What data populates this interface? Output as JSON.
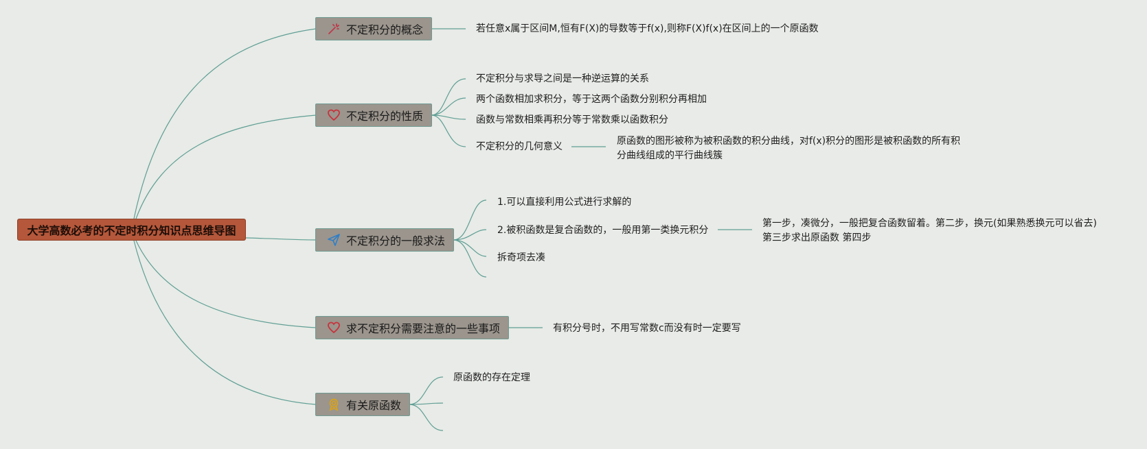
{
  "root": {
    "label": "大学高数必考的不定时积分知识点思维导图"
  },
  "branches": [
    {
      "label": "不定积分的概念",
      "icon": "magic-wand-icon"
    },
    {
      "label": "不定积分的性质",
      "icon": "heart-icon"
    },
    {
      "label": "不定积分的一般求法",
      "icon": "paper-plane-icon"
    },
    {
      "label": "求不定积分需要注意的一些事项",
      "icon": "heart-icon"
    },
    {
      "label": "有关原函数",
      "icon": "award-badge-icon"
    }
  ],
  "leaves": {
    "concept": "若任意x属于区间M,恒有F(X)的导数等于f(x),则称F(X)f(x)在区间上的一个原函数",
    "property_1": "不定积分与求导之间是一种逆运算的关系",
    "property_2": "两个函数相加求积分，等于这两个函数分别积分再相加",
    "property_3": "函数与常数相乘再积分等于常数乘以函数积分",
    "property_4": "不定积分的几何意义",
    "property_4_detail_1": "原函数的图形被称为被积函数的积分曲线，对f(x)积分的图形是被积函数的所有积",
    "property_4_detail_2": "分曲线组成的平行曲线簇",
    "method_1": "1.可以直接利用公式进行求解的",
    "method_2": "2.被积函数是复合函数的，一般用第一类换元积分",
    "method_2_detail_1": "第一步，凑微分，一般把复合函数留着。第二步，换元(如果熟悉换元可以省去)",
    "method_2_detail_2": "第三步求出原函数 第四步",
    "method_3": "拆奇项去凑",
    "notice": "有积分号时，不用写常数c而没有时一定要写",
    "primitive_1": "原函数的存在定理"
  },
  "colors": {
    "root_fill": "#b4573a",
    "branch_fill": "#9b958d",
    "line": "#5f9e94",
    "background": "#e8ebe7"
  }
}
